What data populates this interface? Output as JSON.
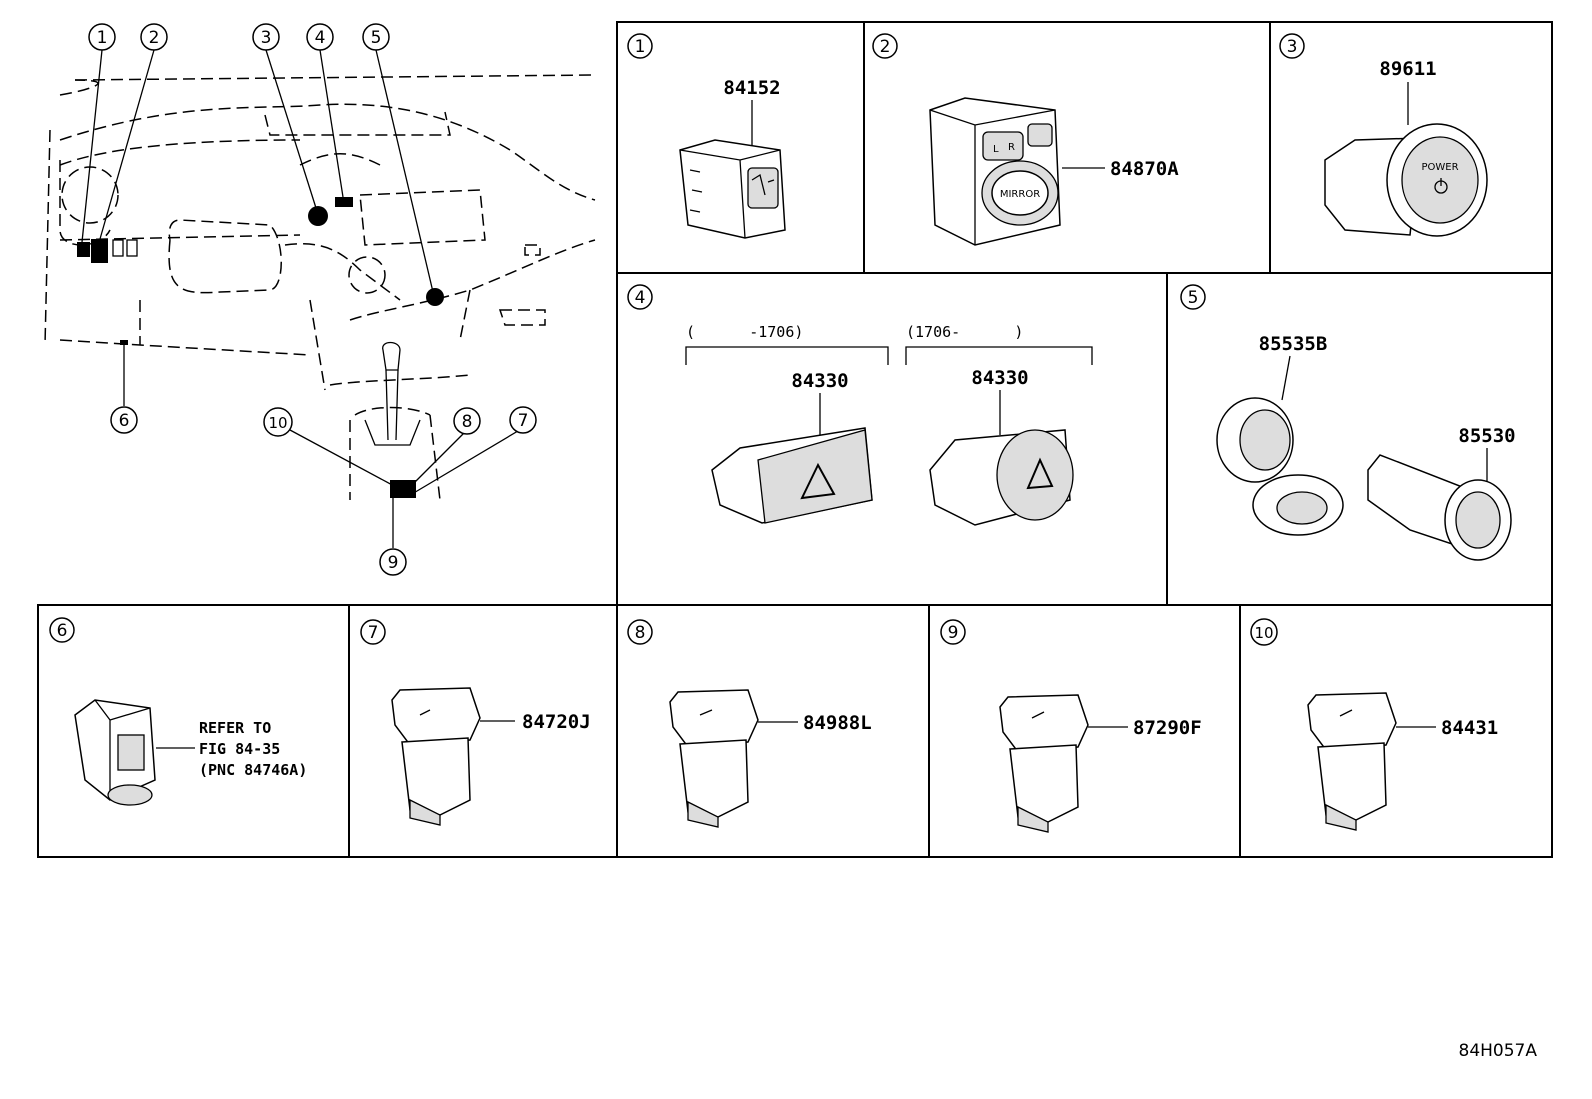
{
  "diagram_code": "84H057A",
  "callouts": [
    "1",
    "2",
    "3",
    "4",
    "5",
    "6",
    "7",
    "8",
    "9",
    "10"
  ],
  "panels": {
    "p1": {
      "index": "1",
      "part": "84152"
    },
    "p2": {
      "index": "2",
      "part": "84870A",
      "button_l": "L",
      "button_r": "R",
      "knob_label": "MIRROR"
    },
    "p3": {
      "index": "3",
      "part": "89611",
      "button_label": "POWER"
    },
    "p4": {
      "index": "4",
      "range_a": "(      -1706)",
      "range_b": "(1706-      )",
      "part_a": "84330",
      "part_b": "84330"
    },
    "p5": {
      "index": "5",
      "part_a": "85535B",
      "part_b": "85530"
    },
    "p6": {
      "index": "6",
      "note_1": "REFER TO",
      "note_2": "FIG 84-35",
      "note_3": "(PNC 84746A)"
    },
    "p7": {
      "index": "7",
      "part": "84720J"
    },
    "p8": {
      "index": "8",
      "part": "84988L"
    },
    "p9": {
      "index": "9",
      "part": "87290F"
    },
    "p10": {
      "index": "10",
      "part": "84431"
    }
  }
}
